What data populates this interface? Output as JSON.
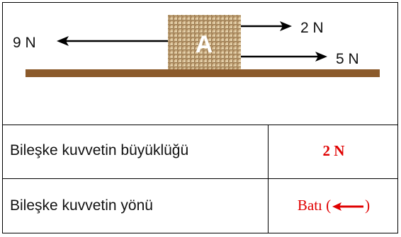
{
  "diagram": {
    "block_label": "A",
    "forces": [
      {
        "label": "9 N",
        "direction": "left"
      },
      {
        "label": "2 N",
        "direction": "right"
      },
      {
        "label": "5 N",
        "direction": "right"
      }
    ],
    "colors": {
      "ground": "#8b5a2b",
      "block": "#c9a877",
      "arrow": "#000000"
    }
  },
  "table": {
    "rows": [
      {
        "label": "Bileşke kuvvetin büyüklüğü",
        "value": "2 N"
      },
      {
        "label": "Bileşke kuvvetin yönü",
        "value_text": "Batı (",
        "value_close": ")"
      }
    ],
    "answer_color": "#e00000"
  }
}
